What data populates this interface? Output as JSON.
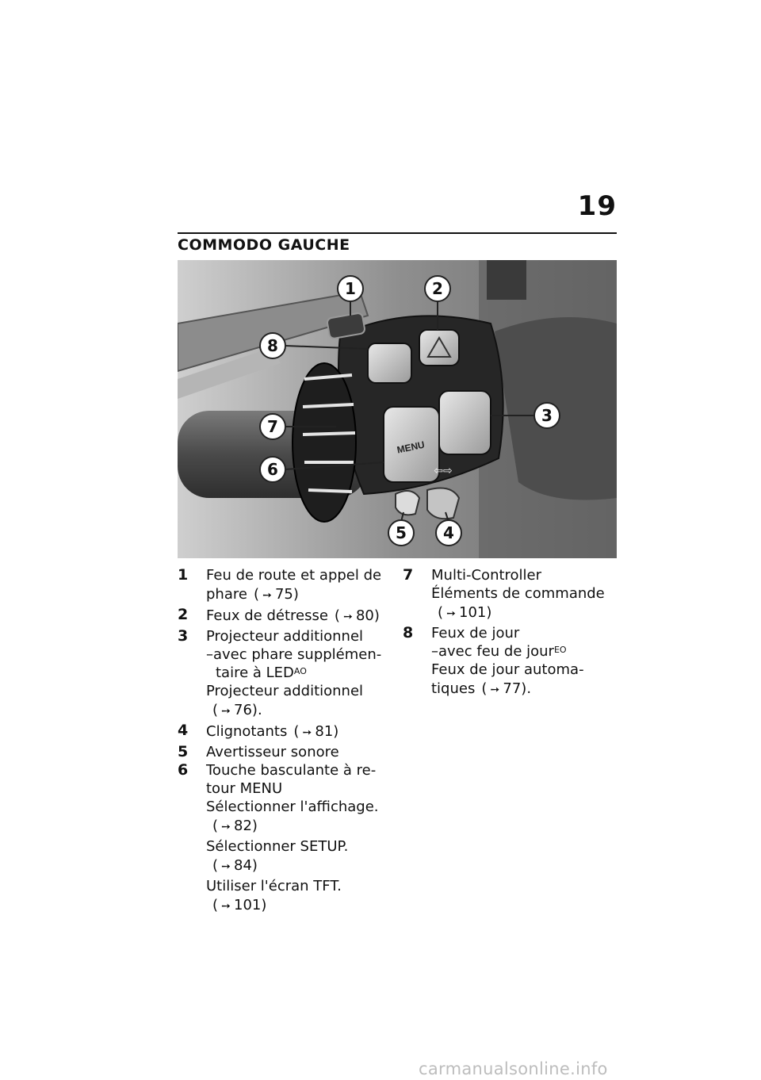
{
  "page": {
    "number": "19",
    "section_title": "COMMODO GAUCHE",
    "footer": "carmanualsonline.info"
  },
  "figure": {
    "callouts": [
      "1",
      "2",
      "3",
      "4",
      "5",
      "6",
      "7",
      "8"
    ],
    "button_menu_label": "MENU",
    "arrows_label": "⇦⇨"
  },
  "legend": {
    "left": [
      {
        "num": "1",
        "lines": [
          {
            "text": "Feu de route et appel de"
          },
          {
            "text": "phare",
            "ref": "75)"
          }
        ]
      },
      {
        "num": "2",
        "lines": [
          {
            "text": "Feux de détresse",
            "ref": "80)"
          }
        ]
      },
      {
        "num": "3",
        "lines": [
          {
            "text": "Projecteur additionnel"
          },
          {
            "text": "–avec phare supplémen-"
          },
          {
            "text": "taire à LED",
            "sup": "AO",
            "indent": true
          },
          {
            "text": "Projecteur additionnel"
          },
          {
            "text": "",
            "ref": "76)."
          }
        ]
      },
      {
        "num": "4",
        "lines": [
          {
            "text": "Clignotants",
            "ref": "81)"
          }
        ]
      },
      {
        "num": "5",
        "lines": [
          {
            "text": "Avertisseur sonore"
          }
        ]
      },
      {
        "num": "6",
        "lines": [
          {
            "text": "Touche basculante à re-"
          },
          {
            "text": "tour MENU"
          },
          {
            "text": "Sélectionner l'affichage."
          },
          {
            "text": "",
            "ref": "82)"
          },
          {
            "text": "Sélectionner SETUP."
          },
          {
            "text": "",
            "ref": "84)"
          },
          {
            "text": "Utiliser l'écran TFT."
          },
          {
            "text": "",
            "ref": "101)"
          }
        ]
      }
    ],
    "right": [
      {
        "num": "7",
        "lines": [
          {
            "text": "Multi-Controller"
          },
          {
            "text": "Éléments de commande"
          },
          {
            "text": "",
            "ref": "101)"
          }
        ]
      },
      {
        "num": "8",
        "lines": [
          {
            "text": "Feux de jour"
          },
          {
            "text": "–avec feu de jour",
            "sup": "EO"
          },
          {
            "text": "Feux de jour automa-"
          },
          {
            "text": "tiques",
            "ref": "77)."
          }
        ]
      }
    ]
  },
  "colors": {
    "text": "#111111",
    "footer": "#bdbdbd",
    "callout_fill": "#ffffff"
  }
}
